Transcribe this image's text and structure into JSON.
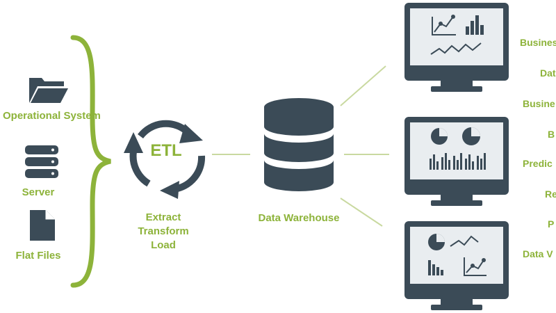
{
  "sources": [
    {
      "label": "Operational System",
      "icon": "folder-icon"
    },
    {
      "label": "Server",
      "icon": "server-icon"
    },
    {
      "label": "Flat Files",
      "icon": "file-icon"
    }
  ],
  "etl": {
    "badge": "ETL",
    "caption_lines": [
      "Extract",
      "Transform",
      "Load"
    ]
  },
  "warehouse": {
    "label": "Data Warehouse",
    "icon": "database-icon"
  },
  "outputs": [
    "Busines",
    "Dat",
    "Busine",
    "B",
    "Predic",
    "Re",
    "P",
    "Data V"
  ],
  "colors": {
    "accent": "#8db33a",
    "icon": "#3b4b57",
    "screen": "#e9edf0"
  }
}
